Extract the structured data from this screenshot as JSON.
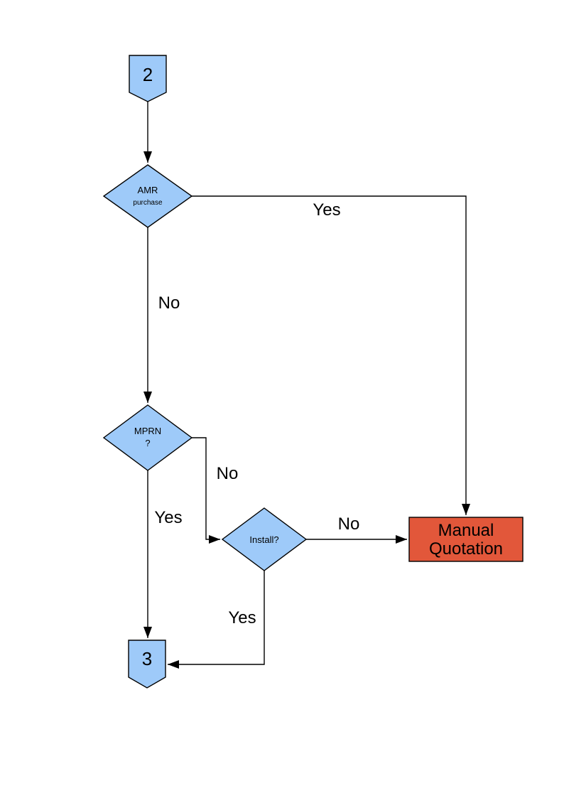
{
  "diagram": {
    "type": "flowchart",
    "background": "#FFFFFF",
    "colors": {
      "node_fill": "#9ECAF9",
      "node_border": "#000000",
      "highlight_fill": "#E2573A",
      "line": "#000000"
    },
    "nodes": {
      "connector2": {
        "type": "off-page-connector",
        "label": "2"
      },
      "amr": {
        "type": "decision",
        "line1": "AMR",
        "line2": "purchase"
      },
      "mprn": {
        "type": "decision",
        "line1": "MPRN",
        "line2": "?"
      },
      "install": {
        "type": "decision",
        "label": "Install?"
      },
      "manual": {
        "type": "process",
        "line1": "Manual",
        "line2": "Quotation"
      },
      "connector3": {
        "type": "off-page-connector",
        "label": "3"
      }
    },
    "edge_labels": {
      "amr_yes": "Yes",
      "amr_no": "No",
      "mprn_no": "No",
      "mprn_yes": "Yes",
      "install_no": "No",
      "install_yes": "Yes"
    }
  }
}
